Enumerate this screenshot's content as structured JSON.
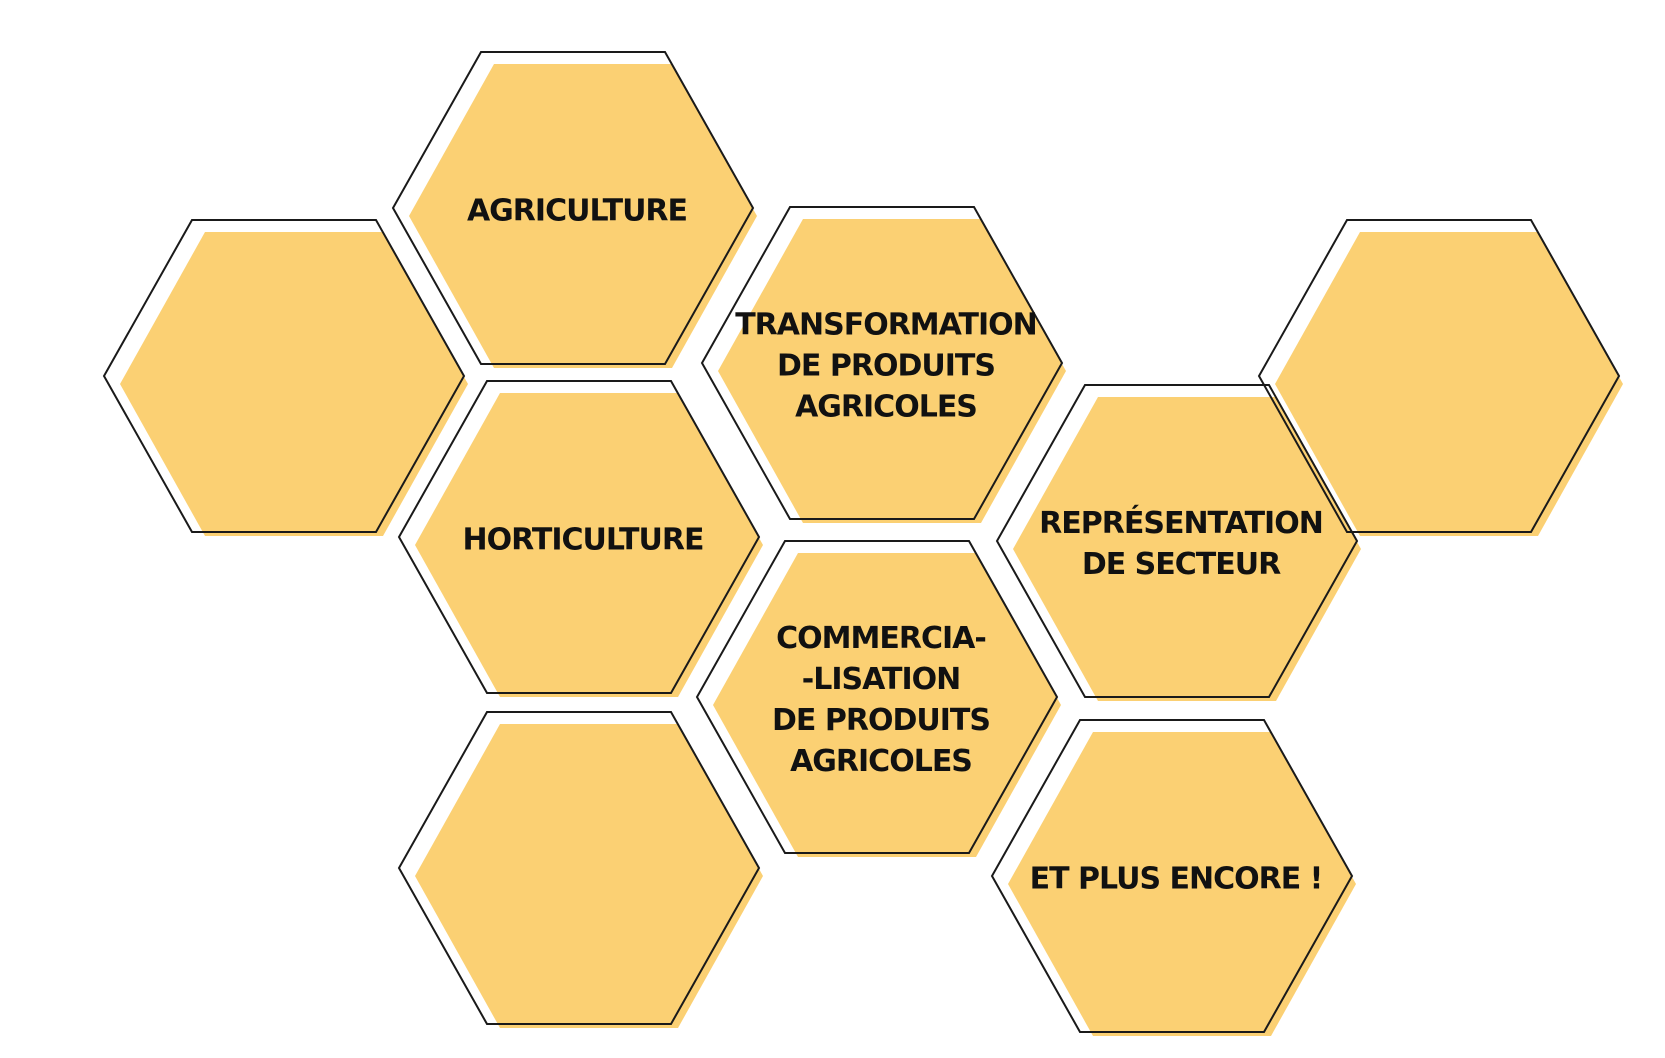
{
  "colors": {
    "fill": "#fbd073",
    "outline": "#1a1a1a",
    "text": "#111111",
    "background": "#ffffff"
  },
  "hexagons": [
    {
      "id": "agriculture",
      "lines": [
        "AGRICULTURE"
      ]
    },
    {
      "id": "blank-left",
      "lines": []
    },
    {
      "id": "horticulture",
      "lines": [
        "HORTICULTURE"
      ]
    },
    {
      "id": "blank-bottom-left",
      "lines": []
    },
    {
      "id": "transformation",
      "lines": [
        "TRANSFORMATION",
        "DE PRODUITS",
        "AGRICOLES"
      ]
    },
    {
      "id": "commercialisation",
      "lines": [
        "COMMERCIA-",
        "-LISATION",
        "DE PRODUITS",
        "AGRICOLES"
      ]
    },
    {
      "id": "representation",
      "lines": [
        "REPRÉSENTATION",
        "DE SECTEUR"
      ]
    },
    {
      "id": "plus-encore",
      "lines": [
        "ET PLUS ENCORE !"
      ]
    },
    {
      "id": "blank-right",
      "lines": []
    }
  ]
}
